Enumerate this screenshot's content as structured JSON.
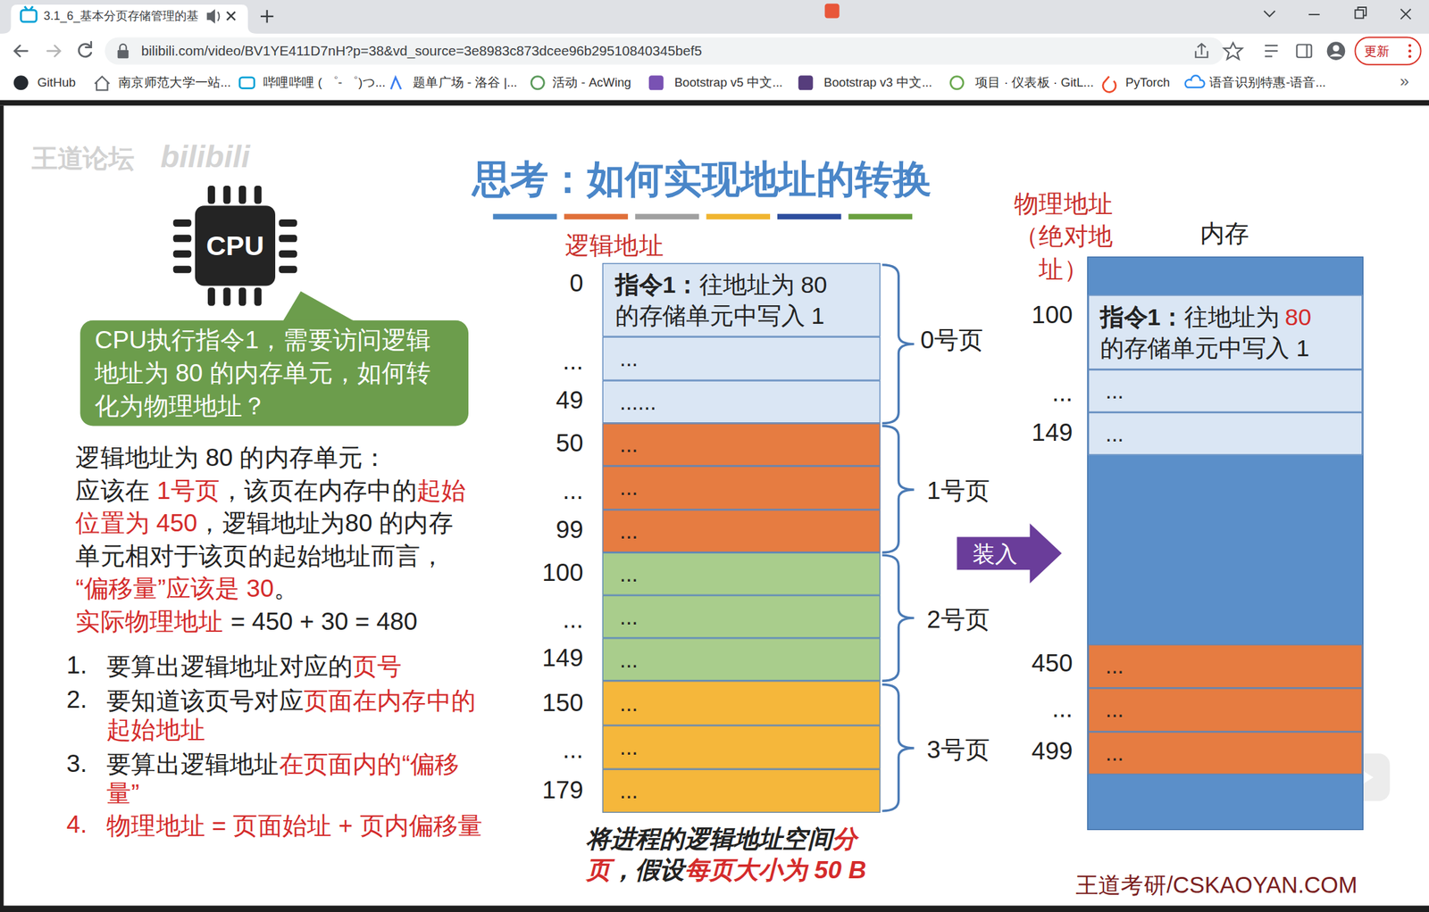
{
  "diagram": {
    "title": "思考：如何实现地址的转换",
    "nodes": [
      {
        "text": [
          "CPU"
        ]
      },
      {
        "text": [
          "CPU执行指令1，需要访问逻辑地址为 80 的内存单元，如何转化为物理地址？"
        ]
      },
      {
        "text": [
          "逻辑地址"
        ]
      },
      {
        "text": [
          "指令1：",
          "往地址为 80 的存储单元中写入 1"
        ],
        "in": 2
      },
      {
        "text": [
          "..."
        ],
        "in": 2
      },
      {
        "text": [
          "......"
        ],
        "in": 2
      },
      {
        "text": [
          "..."
        ],
        "in": 2
      },
      {
        "text": [
          "..."
        ],
        "in": 2
      },
      {
        "text": [
          "..."
        ],
        "in": 2
      },
      {
        "text": [
          "..."
        ],
        "in": 2
      },
      {
        "text": [
          "..."
        ],
        "in": 2
      },
      {
        "text": [
          "..."
        ],
        "in": 2
      },
      {
        "text": [
          "..."
        ],
        "in": 2
      },
      {
        "text": [
          "..."
        ],
        "in": 2
      },
      {
        "text": [
          "..."
        ],
        "in": 2
      },
      {
        "text": [
          "内存"
        ]
      },
      {
        "text": [
          "指令1：",
          "往地址为",
          "80",
          "的存储单元中写入 1"
        ],
        "in": 15
      },
      {
        "text": [
          "..."
        ],
        "in": 15
      },
      {
        "text": [
          "..."
        ],
        "in": 15
      },
      {
        "text": [
          "..."
        ],
        "in": 15
      },
      {
        "text": [
          "..."
        ],
        "in": 15
      },
      {
        "text": [
          "..."
        ],
        "in": 15
      }
    ],
    "edges": [
      {
        "from": 2,
        "to": 15,
        "label": "装入",
        "arrow": "to"
      }
    ],
    "labels": [
      "3.1_6_基本分页存储管理的基",
      "bilibili.com/video/BV1YE411D7nH?p=38&vd_source=3e8983c873dcee96b29510840345bef5",
      "GitHub",
      "南京师范大学一站...",
      "哔哩哔哩 ( ゜- ゜)つ...",
      "题单广场 - 洛谷 |...",
      "活动 - AcWing",
      "Bootstrap v5 中文...",
      "Bootstrap v3 中文...",
      "项目 · 仪表板 · GitL...",
      "PyTorch",
      "语音识别特惠-语音...",
      "»",
      "更新",
      "王道论坛",
      "bilibili",
      "逻辑地址为 80 的内存单元：",
      "应该在",
      "1号页",
      "，该页在内存中的",
      "起始位置为 450",
      "，逻辑地址为80 的内存单元相对于该页的起始地址而言，",
      "“偏移量”应该是 30",
      "。",
      "实际物理地址",
      "= 450 + 30 = 480",
      "1.",
      "要算出逻辑地址对应的",
      "页号",
      "2.",
      "要知道该页号对应",
      "页面在内存中的起始地址",
      "3.",
      "要算出逻辑地址",
      "在页面内的“偏移量”",
      "4.",
      "物理地址 = 页面始址 + 页内偏移量",
      "0",
      "...",
      "49",
      "50",
      "...",
      "99",
      "100",
      "...",
      "149",
      "150",
      "...",
      "179",
      "0号页",
      "1号页",
      "2号页",
      "3号页",
      "将进程的逻辑地址空间",
      "分页",
      "，假设",
      "每页大小为 50 B",
      "物理地址 （绝对地址）",
      "100",
      "...",
      "149",
      "450",
      "...",
      "499",
      "王道考研/CSKAOYAN.COM"
    ]
  }
}
